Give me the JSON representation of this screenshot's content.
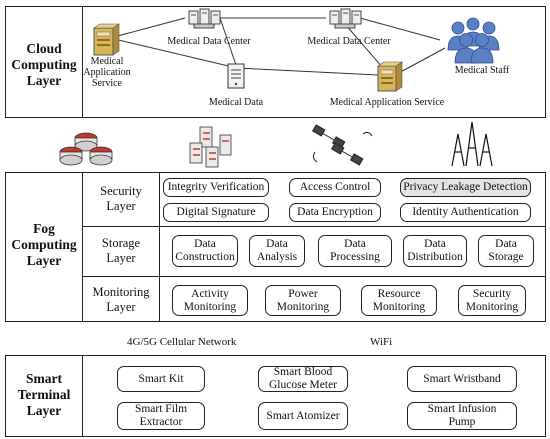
{
  "cloud": {
    "label_line1": "Cloud",
    "label_line2": "Computing",
    "label_line3": "Layer",
    "nodes": {
      "med_app_left": [
        "Medical",
        "Application",
        "Service"
      ],
      "data_center_left": "Medical Data Center",
      "data_center_right": "Medical Data Center",
      "medical_staff": "Medical Staff",
      "medical_data": "Medical Data",
      "med_app_right": "Medical Application Service"
    }
  },
  "fog": {
    "label_line1": "Fog",
    "label_line2": "Computing",
    "label_line3": "Layer",
    "security": {
      "label_line1": "Security",
      "label_line2": "Layer",
      "items": [
        "Integrity Verification",
        "Access Control",
        "Privacy Leakage Detection",
        "Digital Signature",
        "Data Encryption",
        "Identity Authentication"
      ]
    },
    "storage": {
      "label_line1": "Storage",
      "label_line2": "Layer",
      "items": [
        [
          "Data",
          "Construction"
        ],
        [
          "Data",
          "Analysis"
        ],
        [
          "Data",
          "Processing"
        ],
        [
          "Data",
          "Distribution"
        ],
        [
          "Data",
          "Storage"
        ]
      ]
    },
    "monitoring": {
      "label_line1": "Monitoring",
      "label_line2": "Layer",
      "items": [
        [
          "Activity",
          "Monitoring"
        ],
        [
          "Power",
          "Monitoring"
        ],
        [
          "Resource",
          "Monitoring"
        ],
        [
          "Security",
          "Monitoring"
        ]
      ]
    }
  },
  "networks": {
    "cellular": "4G/5G Cellular Network",
    "wifi": "WiFi"
  },
  "terminal": {
    "label_line1": "Smart",
    "label_line2": "Terminal",
    "label_line3": "Layer",
    "items": [
      [
        "Smart Kit"
      ],
      [
        "Smart Blood",
        "Glucose Meter"
      ],
      [
        "Smart Wristband"
      ],
      [
        "Smart Film",
        "Extractor"
      ],
      [
        "Smart Atomizer"
      ],
      [
        "Smart Infusion",
        "Pump"
      ]
    ]
  },
  "colors": {
    "border": "#222222",
    "highlight_fill": "#e4e4e4",
    "server_gold": "#d8b45a",
    "staff_blue": "#5b7fc4",
    "router_red": "#c0392b"
  }
}
